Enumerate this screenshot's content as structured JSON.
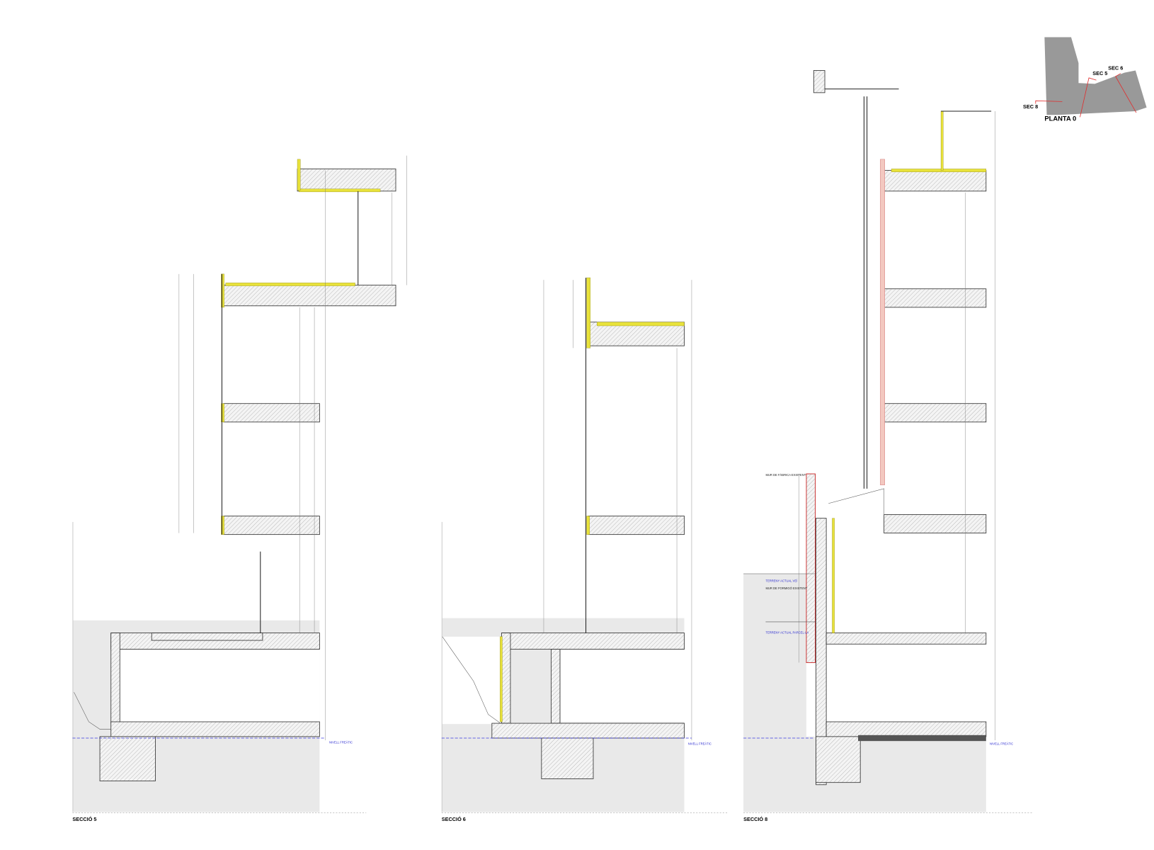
{
  "sections": [
    {
      "title": "SECCIÓ 5"
    },
    {
      "title": "SECCIÓ 6"
    },
    {
      "title": "SECCIÓ 8"
    }
  ],
  "key_plan": {
    "title": "PLANTA 0",
    "cuts": [
      "SEC 5",
      "SEC 6",
      "SEC 8"
    ]
  },
  "annotations": {
    "water_table": "NIVELL FREÀTIC",
    "existing_brick_wall": "MUR DE FÀBRICA EXISTENT",
    "neighbour_ground": "TERRENY ACTUAL VEÍ",
    "existing_concrete_wall": "MUR DE FORMIGÓ EXISTENT",
    "plot_ground": "TERRENY ACTUAL PARCEL·LA"
  },
  "colors": {
    "insulation": "#e8e23a",
    "section_cut": "#e03030",
    "water_table": "#3a3ae0",
    "ground": "#e9e9e9",
    "key_plan_fill": "#999999"
  }
}
